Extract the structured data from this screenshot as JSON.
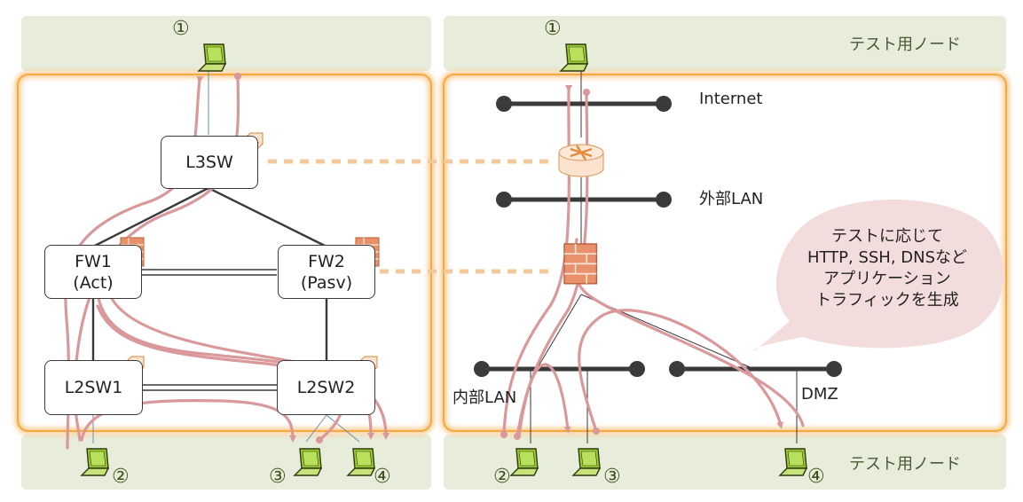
{
  "left_panel": {
    "devices": {
      "l3sw": "L3SW",
      "fw1_name": "FW1",
      "fw1_role": "(Act)",
      "fw2_name": "FW2",
      "fw2_role": "(Pasv)",
      "l2sw1": "L2SW1",
      "l2sw2": "L2SW2"
    },
    "node_labels": [
      "①",
      "②",
      "③",
      "④"
    ]
  },
  "right_panel": {
    "band_top_title": "テスト用ノード",
    "band_bottom_title": "テスト用ノード",
    "networks": {
      "internet": "Internet",
      "external_lan": "外部LAN",
      "internal_lan": "内部LAN",
      "dmz": "DMZ"
    },
    "node_labels": [
      "①",
      "②",
      "③",
      "④"
    ],
    "bubble_lines": [
      "テストに応じて",
      "HTTP, SSH, DNSなど",
      "アプリケーション",
      "トラフィックを生成"
    ]
  },
  "colors": {
    "band": "#e8ecda",
    "frame": "#f5a940",
    "traffic": "#d9999b",
    "bubble": "#f3dcdc",
    "laptop": "#9acd32"
  }
}
